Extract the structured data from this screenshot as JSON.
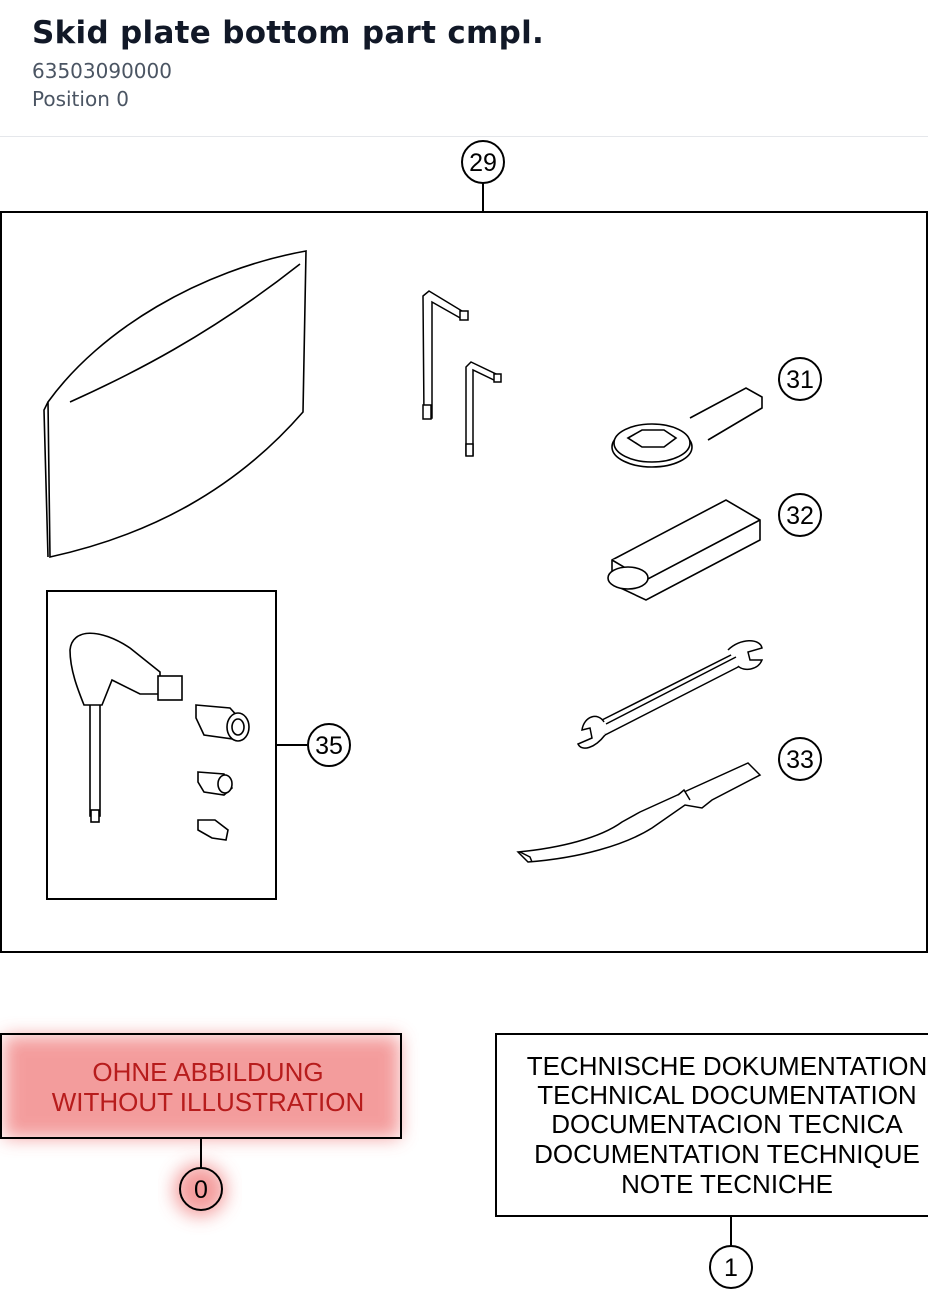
{
  "header": {
    "title": "Skid plate bottom part cmpl.",
    "part_number": "63503090000",
    "position_label": "Position 0"
  },
  "callouts": {
    "set": "29",
    "ring_spanner": "31",
    "socket_sleeve": "32",
    "wrenches": "33",
    "tool_set": "35",
    "without_illustration": "0",
    "documentation": "1"
  },
  "without_illustration": {
    "line1": "OHNE ABBILDUNG",
    "line2": "WITHOUT ILLUSTRATION"
  },
  "documentation": {
    "lines": [
      "TECHNISCHE DOKUMENTATION",
      "TECHNICAL DOCUMENTATION",
      "DOCUMENTACION TECNICA",
      "DOCUMENTATION TECHNIQUE",
      "NOTE TECNICHE"
    ]
  },
  "colors": {
    "highlight": "#f28b8b",
    "line": "#000000",
    "highlight_text": "#b71c1c"
  }
}
